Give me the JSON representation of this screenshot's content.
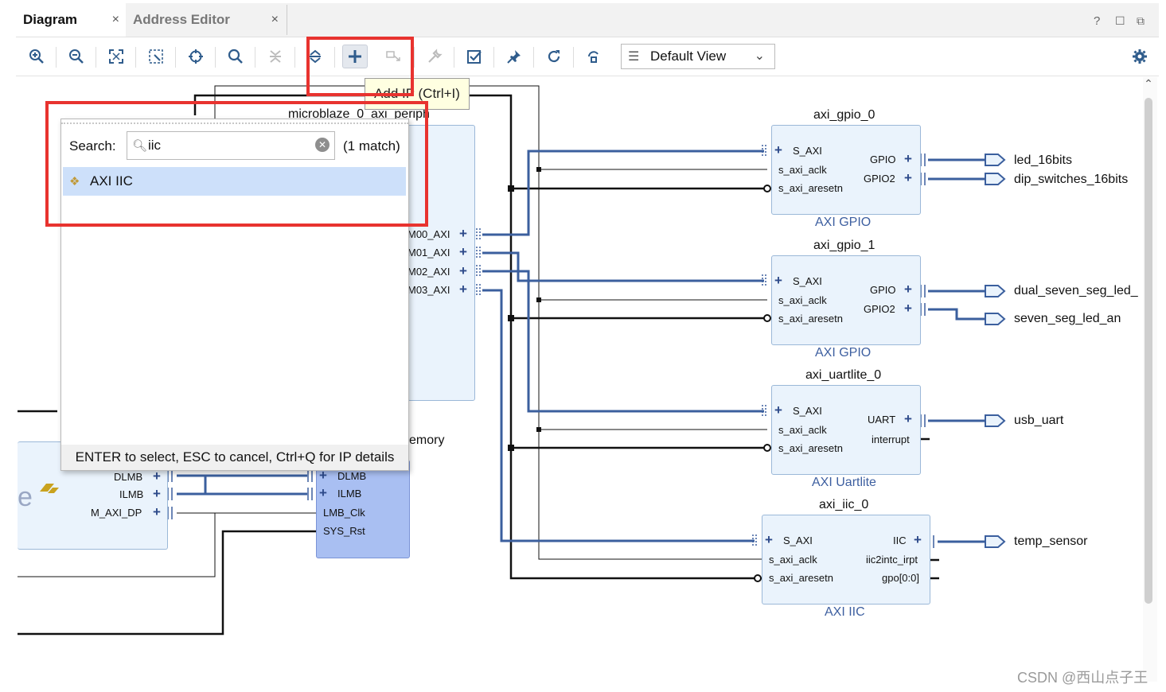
{
  "tabs": {
    "diagram": "Diagram",
    "address_editor": "Address Editor",
    "close_glyph": "×",
    "help": "?"
  },
  "toolbar": {
    "view_select": "Default View",
    "tooltip": "Add IP (Ctrl+I)"
  },
  "popup": {
    "search_label": "Search:",
    "search_value": "iic",
    "match_count": "(1 match)",
    "result": "AXI IIC",
    "footer": "ENTER to select, ESC to cancel, Ctrl+Q for IP details"
  },
  "diagram": {
    "periph_title": "microblaze_0_axi_periph",
    "periph_ports": [
      "M00_AXI",
      "M01_AXI",
      "M02_AXI",
      "M03_AXI"
    ],
    "memory_label": "emory",
    "microblaze_ports": [
      "DLMB",
      "ILMB",
      "M_AXI_DP"
    ],
    "lmb_ports": [
      "DLMB",
      "ILMB",
      "LMB_Clk",
      "SYS_Rst"
    ],
    "blocks": [
      {
        "name": "axi_gpio_0",
        "type": "AXI GPIO",
        "in": [
          "S_AXI",
          "s_axi_aclk",
          "s_axi_aresetn"
        ],
        "out": [
          "GPIO",
          "GPIO2"
        ]
      },
      {
        "name": "axi_gpio_1",
        "type": "AXI GPIO",
        "in": [
          "S_AXI",
          "s_axi_aclk",
          "s_axi_aresetn"
        ],
        "out": [
          "GPIO",
          "GPIO2"
        ]
      },
      {
        "name": "axi_uartlite_0",
        "type": "AXI Uartlite",
        "in": [
          "S_AXI",
          "s_axi_aclk",
          "s_axi_aresetn"
        ],
        "out": [
          "UART",
          "interrupt"
        ]
      },
      {
        "name": "axi_iic_0",
        "type": "AXI IIC",
        "in": [
          "S_AXI",
          "s_axi_aclk",
          "s_axi_aresetn"
        ],
        "out": [
          "IIC",
          "iic2intc_irpt",
          "gpo[0:0]"
        ]
      }
    ],
    "external_ports": [
      "led_16bits",
      "dip_switches_16bits",
      "dual_seven_seg_led_",
      "seven_seg_led_an",
      "usb_uart",
      "temp_sensor"
    ]
  },
  "watermark": "CSDN @西山点子王",
  "colors": {
    "wire": "#3b5f9e",
    "wire_black": "#111111",
    "block_fill": "#eaf3fc",
    "lmb_fill": "#a9bff2",
    "highlight": "#e8332f",
    "tooltip_bg": "#ffffe1",
    "result_bg": "#cde0fa"
  },
  "icons": [
    "zoom-in-icon",
    "zoom-out-icon",
    "zoom-fit-icon",
    "zoom-area-icon",
    "center-icon",
    "search-icon",
    "collapse-icon",
    "expand-icon",
    "add-ip-icon",
    "make-external-icon",
    "properties-icon",
    "validate-icon",
    "pin-icon",
    "refresh-icon",
    "regenerate-layout-icon",
    "settings-gear-icon"
  ]
}
